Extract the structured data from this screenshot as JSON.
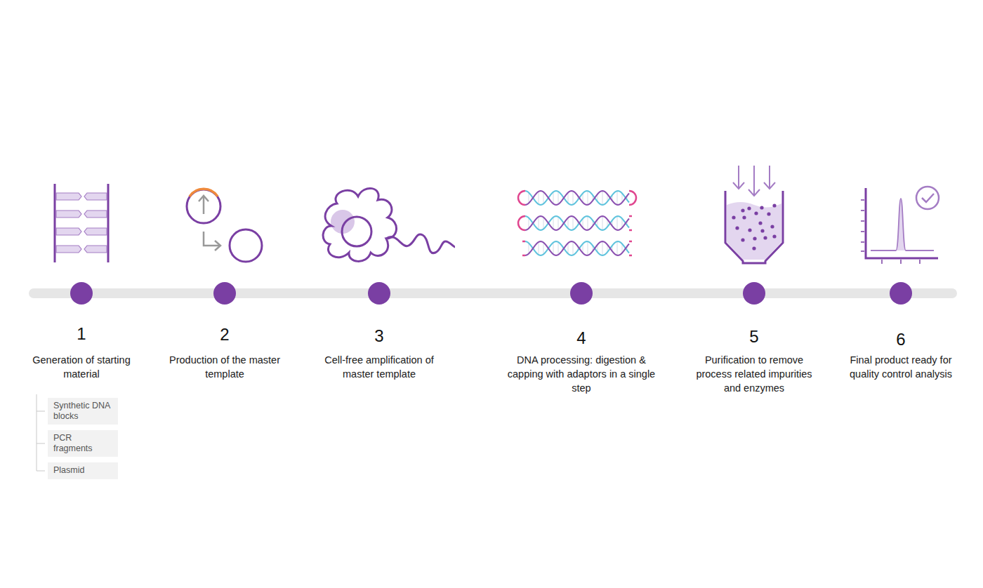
{
  "diagram": {
    "nodes": [
      {
        "text": [
          "Synthetic DNA blocks"
        ]
      },
      {
        "text": [
          "PCR fragments"
        ]
      },
      {
        "text": [
          "Plasmid"
        ]
      }
    ],
    "labels": [
      "1",
      "Generation of starting material",
      "2",
      "Production of the master template",
      "3",
      "Cell-free amplification of master template",
      "4",
      "DNA processing: digestion & capping with adaptors in a single step",
      "5",
      "Purification to remove process related impurities and enzymes",
      "6",
      "Final product ready for quality control analysis"
    ]
  }
}
